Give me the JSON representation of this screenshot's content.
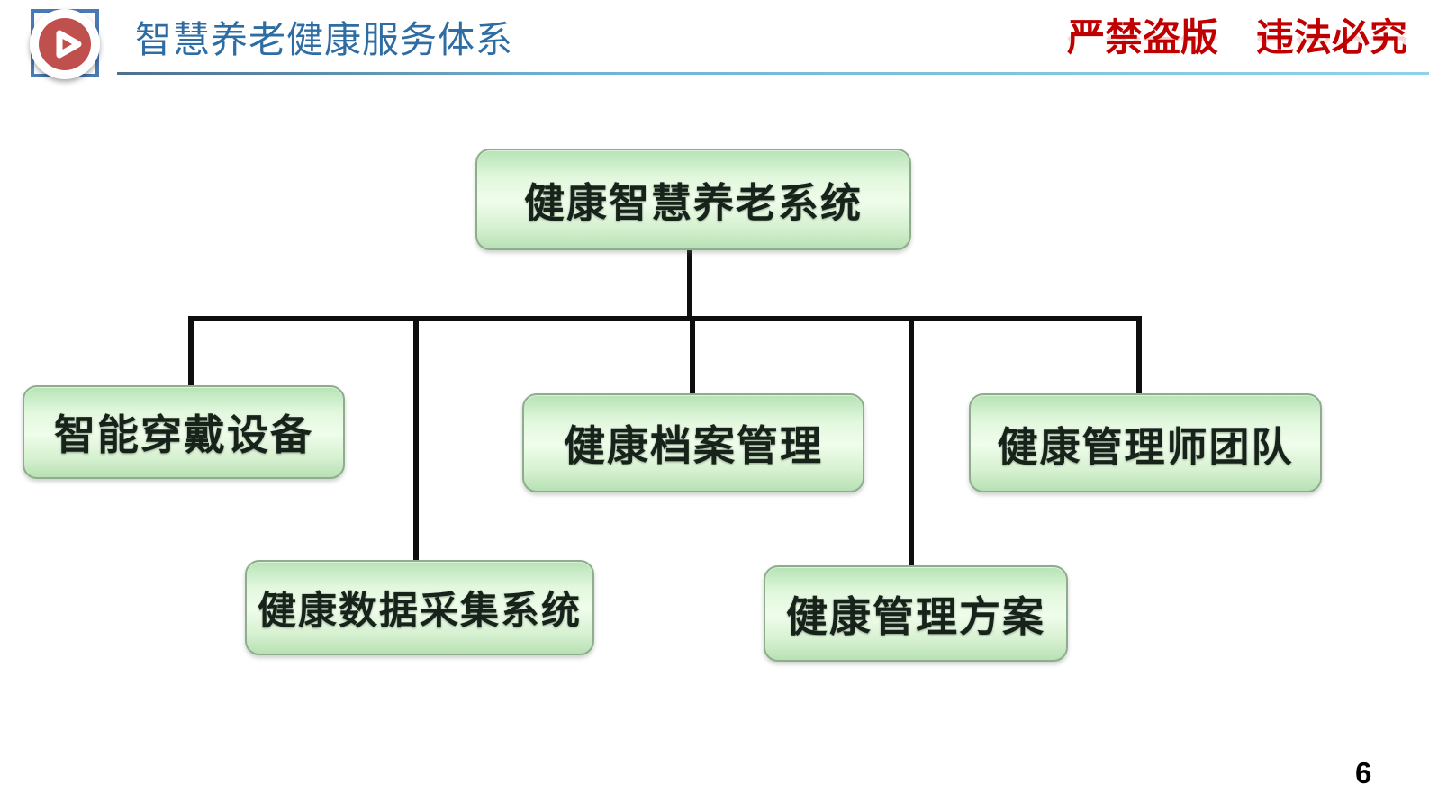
{
  "slide": {
    "header": {
      "title": "智慧养老健康服务体系",
      "warning": "严禁盗版　违法必究",
      "play_icon": "play-icon"
    },
    "diagram": {
      "root": {
        "label": "健康智慧养老系统"
      },
      "children": [
        {
          "label": "智能穿戴设备"
        },
        {
          "label": "健康数据采集系统"
        },
        {
          "label": "健康档案管理"
        },
        {
          "label": "健康管理方案"
        },
        {
          "label": "健康管理师团队"
        }
      ]
    },
    "footer": {
      "page_number": "6"
    },
    "colors": {
      "title_blue": "#2e6da4",
      "warning_red": "#c00000",
      "divider_blue_left": "#4f6f8e",
      "divider_blue_right": "#8fd2ea",
      "icon_frame_blue": "#4a7ab5",
      "icon_red": "#c0504d",
      "node_fill_light": "#effdeb",
      "node_fill_dark": "#b7e3b5",
      "node_border_green": "#8fac8f",
      "node_text": "#17231a",
      "connector_black": "#0e0e0e"
    }
  }
}
